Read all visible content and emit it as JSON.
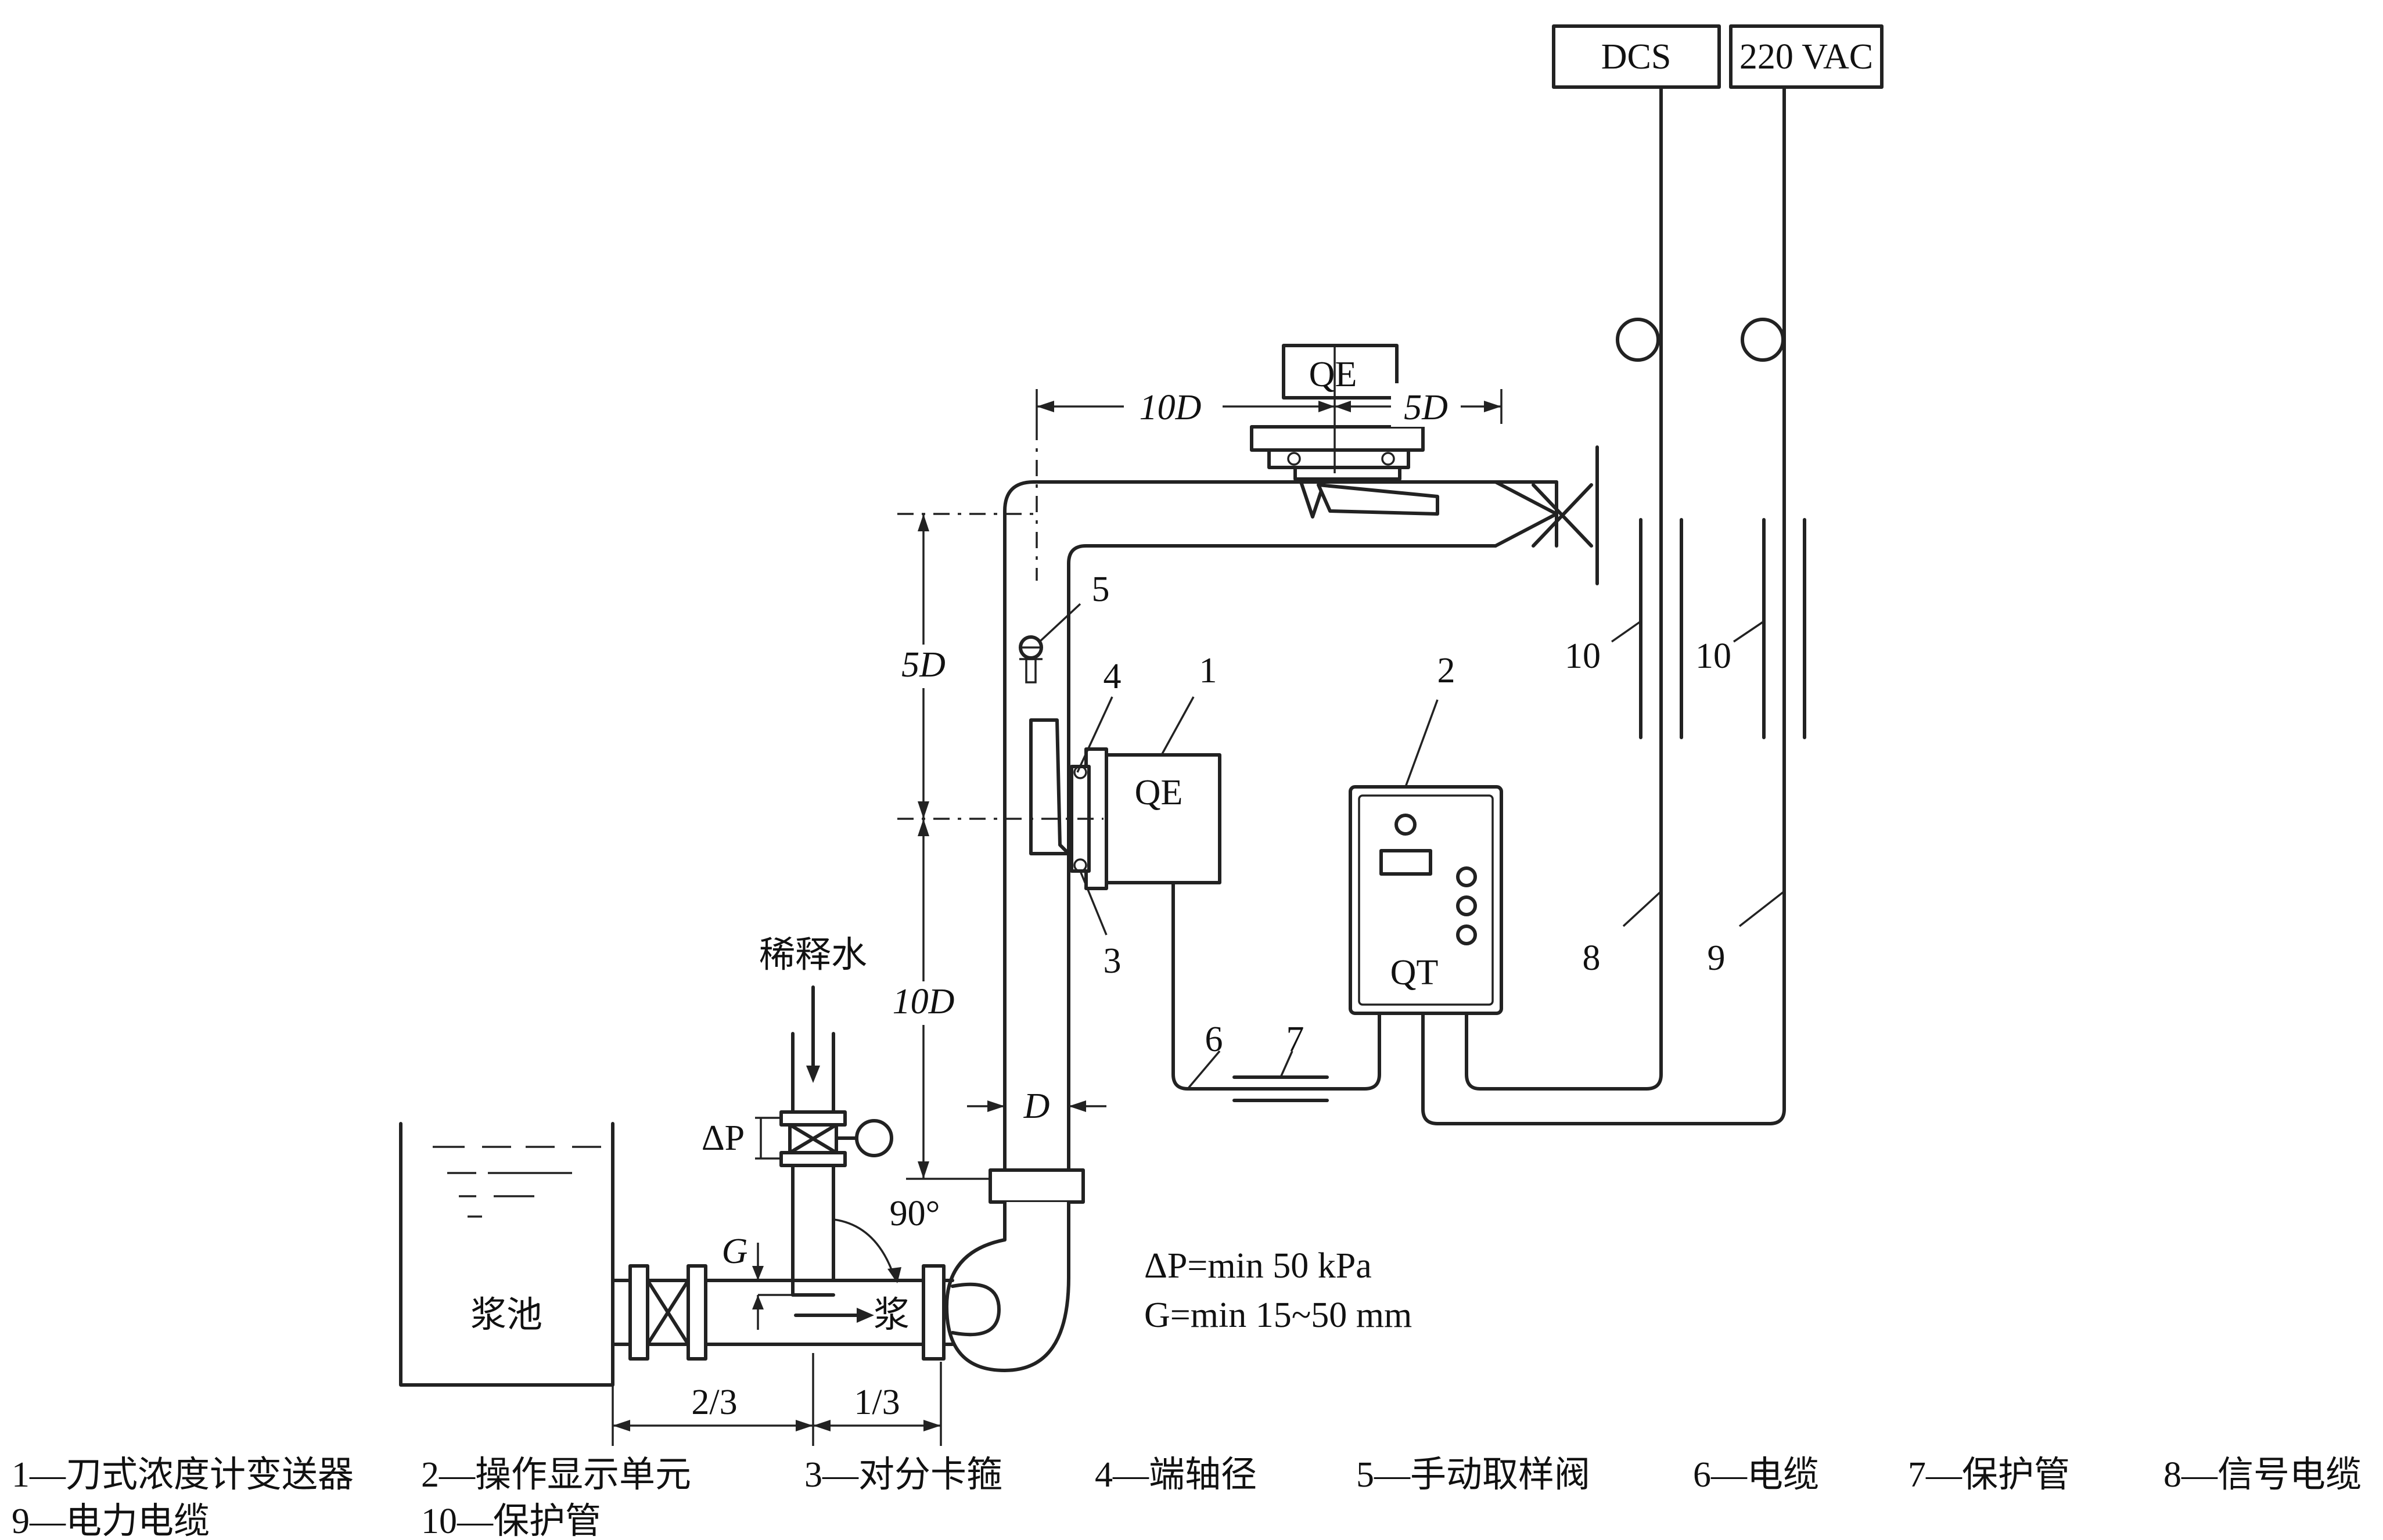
{
  "top_boxes": {
    "dcs": "DCS",
    "power": "220 VAC"
  },
  "sensors": {
    "qe_top": "QE",
    "qe_side": "QE",
    "qt": "QT"
  },
  "dimensions": {
    "top_10d": "10D",
    "top_5d": "5D",
    "left_5d": "5D",
    "left_10d": "10D",
    "d": "D",
    "delta_p": "ΔP",
    "g": "G",
    "two_thirds": "2/3",
    "one_third": "1/3",
    "angle": "90°"
  },
  "labels": {
    "dilution_water": "稀释水",
    "slurry_tank": "浆池",
    "slurry": "浆"
  },
  "callouts": [
    "1",
    "2",
    "3",
    "4",
    "5",
    "6",
    "7",
    "8",
    "9",
    "10",
    "10"
  ],
  "notes": {
    "dp": "ΔP=min 50 kPa",
    "g": "G=min  15~50 mm"
  },
  "legend": [
    "1—刀式浓度计变送器",
    "2—操作显示单元",
    "3—对分卡箍",
    "4—端轴径",
    "5—手动取样阀",
    "6—电缆",
    "7—保护管",
    "8—信号电缆",
    "9—电力电缆",
    "10—保护管"
  ]
}
